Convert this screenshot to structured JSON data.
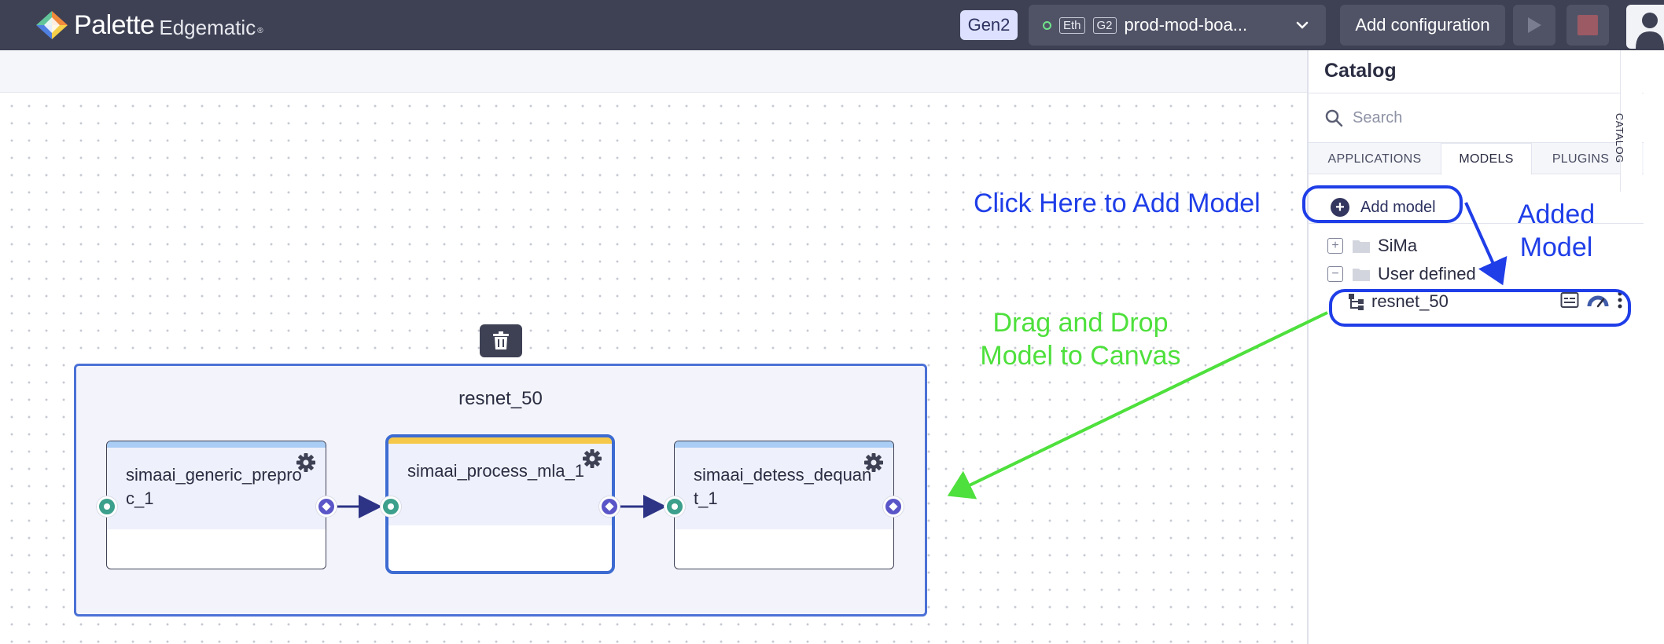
{
  "header": {
    "brand": "Palette",
    "brand_sub": "Edgematic",
    "brand_tm": "®",
    "gen_badge": "Gen2",
    "device": {
      "tag1": "Eth",
      "tag2": "G2",
      "name": "prod-mod-boa...",
      "status_color": "#6fe38b"
    },
    "add_configuration": "Add configuration"
  },
  "canvas": {
    "group": {
      "title": "resnet_50",
      "nodes": [
        {
          "label": "simaai_generic_preproc_1",
          "selected": false
        },
        {
          "label": "simaai_process_mla_1",
          "selected": true
        },
        {
          "label": "simaai_detess_dequant_1",
          "selected": false
        }
      ]
    }
  },
  "annotations": {
    "click_here": "Click Here to Add Model",
    "added_model_line1": "Added",
    "added_model_line2": "Model",
    "drag_drop_line1": "Drag and Drop",
    "drag_drop_line2": "Model to Canvas",
    "blue": "#1f3ee8",
    "green": "#4ee03c"
  },
  "catalog": {
    "title": "Catalog",
    "side_tab": "CATALOG",
    "search_placeholder": "Search",
    "tabs": [
      {
        "label": "APPLICATIONS",
        "active": false
      },
      {
        "label": "MODELS",
        "active": true
      },
      {
        "label": "PLUGINS",
        "active": false
      }
    ],
    "add_model": "Add model",
    "tree": [
      {
        "label": "SiMa",
        "expander": "+"
      },
      {
        "label": "User defined",
        "expander": "−"
      }
    ],
    "model_item": "resnet_50"
  }
}
